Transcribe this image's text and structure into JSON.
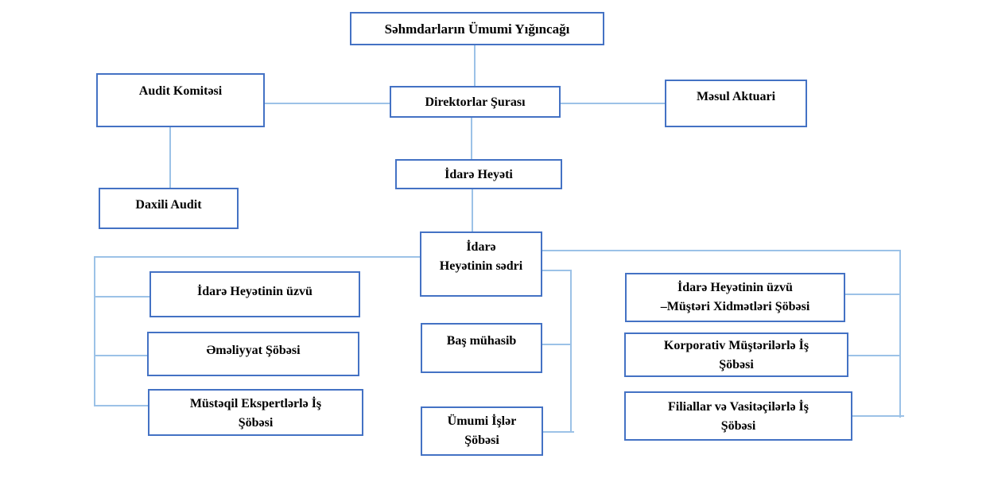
{
  "diagram": {
    "type": "org-chart",
    "language": "Azerbaijani",
    "colors": {
      "box_border": "#4472C4",
      "connector": "#9CC2E7",
      "text": "#000000",
      "background": "#FFFFFF"
    },
    "nodes": [
      {
        "id": "general-meeting-of-shareholders",
        "label": "Səhmdarların Ümumi Yığıncağı"
      },
      {
        "id": "audit-committee",
        "label": "Audit Komitəsi"
      },
      {
        "id": "board-of-directors",
        "label": "Direktorlar Şurası"
      },
      {
        "id": "responsible-actuary",
        "label": "Məsul Aktuari"
      },
      {
        "id": "management-board",
        "label": "İdarə Heyəti"
      },
      {
        "id": "internal-audit",
        "label": "Daxili Audit"
      },
      {
        "id": "management-board-chairman",
        "label": "İdarə\nHeyətinin sədri"
      },
      {
        "id": "management-board-member",
        "label": "İdarə Heyətinin üzvü"
      },
      {
        "id": "operations-department",
        "label": "Əməliyyat Şöbəsi"
      },
      {
        "id": "independent-experts-department",
        "label": "Müstəqil Ekspertlərlə İş\nŞöbəsi"
      },
      {
        "id": "chief-accountant",
        "label": "Baş mühasib"
      },
      {
        "id": "general-affairs-department",
        "label": "Ümumi İşlər\nŞöbəsi"
      },
      {
        "id": "management-board-member-client-services",
        "label": "İdarə Heyətinin üzvü\n–Müştəri Xidmətləri Şöbəsi"
      },
      {
        "id": "corporate-clients-department",
        "label": "Korporativ Müştərilərlə İş\nŞöbəsi"
      },
      {
        "id": "branches-and-intermediaries-department",
        "label": "Filiallar və Vasitəçilərlə İş\nŞöbəsi"
      }
    ]
  }
}
